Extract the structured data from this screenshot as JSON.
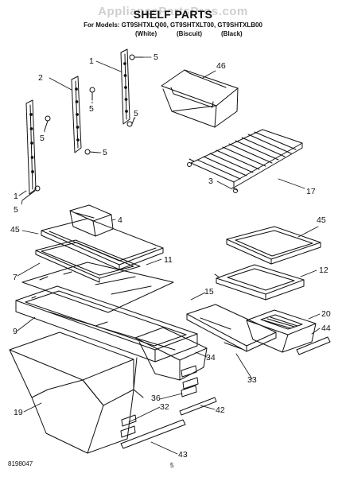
{
  "header": {
    "watermark": "AppliancePartsPros.com",
    "title": "SHELF PARTS",
    "models_line": "For Models: GT9SHTXLQ00, GT9SHTXLT00, GT9SHTXLB00",
    "variants": [
      "(White)",
      "(Biscuit)",
      "(Black)"
    ]
  },
  "callouts": {
    "c1a": "1",
    "c1b": "1",
    "c2": "2",
    "c3": "3",
    "c4": "4",
    "c5a": "5",
    "c5b": "5",
    "c5c": "5",
    "c5d": "5",
    "c5e": "5",
    "c5f": "5",
    "c7": "7",
    "c9": "9",
    "c11": "11",
    "c12": "12",
    "c15": "15",
    "c17": "17",
    "c19": "19",
    "c20": "20",
    "c32": "32",
    "c33": "33",
    "c34": "34",
    "c36": "36",
    "c42": "42",
    "c43": "43",
    "c44": "44",
    "c45a": "45",
    "c45b": "45",
    "c46": "46"
  },
  "footer": {
    "code": "8198047",
    "page": "5"
  }
}
